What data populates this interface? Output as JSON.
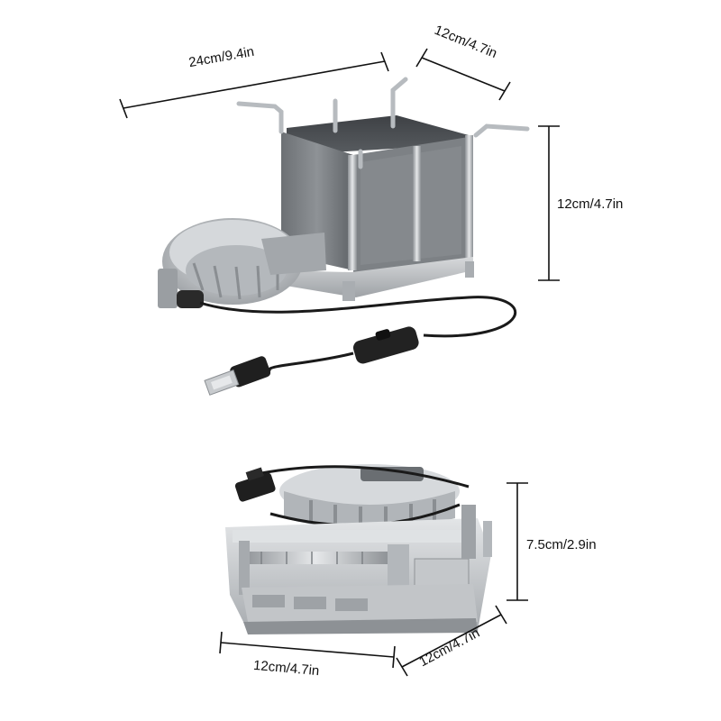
{
  "product_top": {
    "dims": {
      "length": "24cm/9.4in",
      "depth": "12cm/4.7in",
      "height": "12cm/4.7in"
    }
  },
  "product_bottom": {
    "dims": {
      "height": "7.5cm/2.9in",
      "width": "12cm/4.7in",
      "depth": "12cm/4.7in"
    }
  },
  "colors": {
    "metal_light": "#c9cccf",
    "metal_mid": "#9da1a5",
    "metal_dark": "#55585c",
    "cable": "#1a1a1a",
    "dim_line": "#111111"
  }
}
